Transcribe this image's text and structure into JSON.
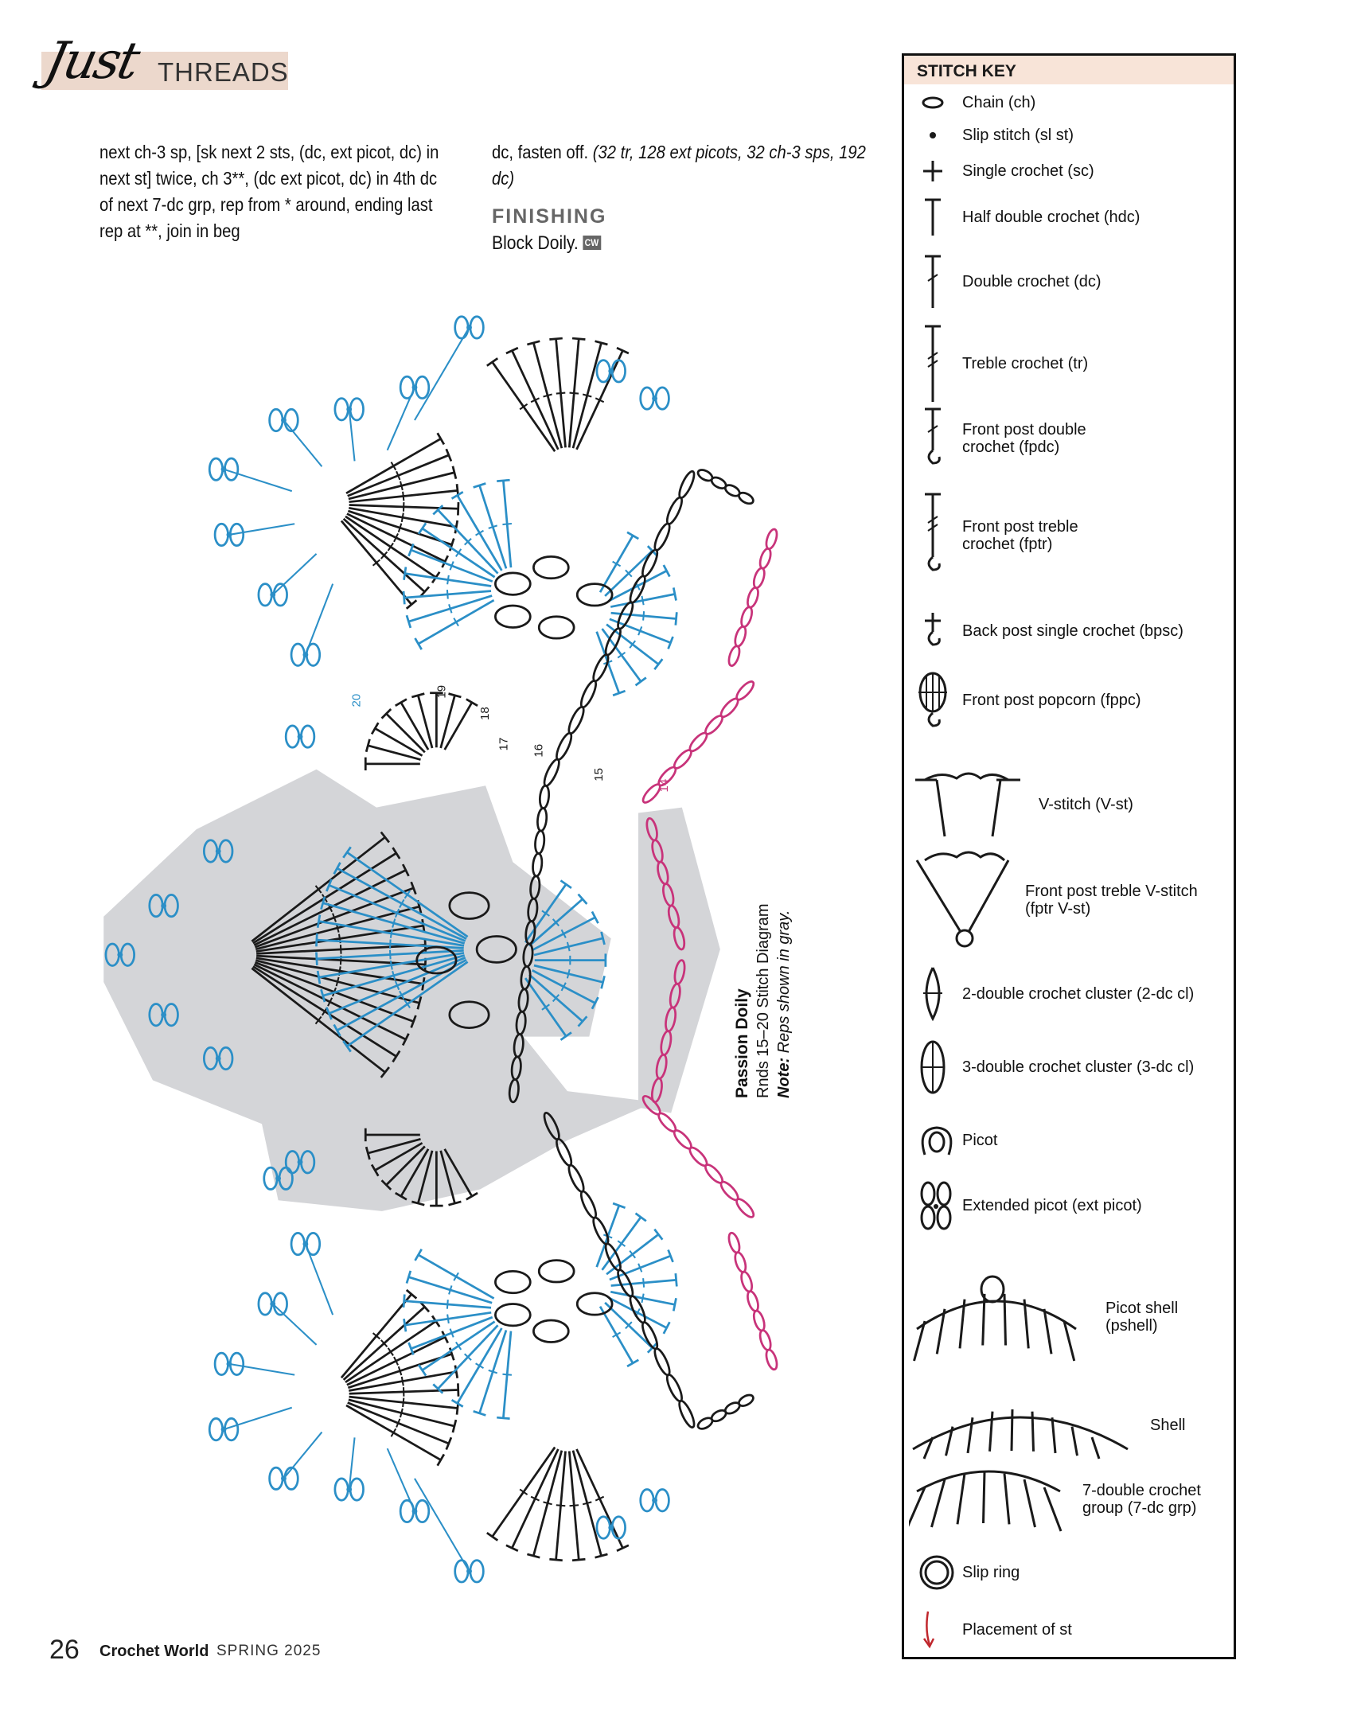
{
  "header": {
    "script_word": "Just",
    "section_word": "THREADS"
  },
  "body": {
    "col1": "next ch-3 sp, [sk next 2 sts, (dc, ext picot, dc) in next st] twice, ch 3**, (dc ext picot, dc) in 4th dc of next 7-dc grp, rep from * around, ending last rep at **, join in beg",
    "col2_plain": "dc, fasten off. ",
    "col2_italic": "(32 tr, 128 ext picots, 32 ch-3 sps, 192 dc)",
    "finishing_heading": "FINISHING",
    "finishing_text": "Block Doily.",
    "end_mark": "CW"
  },
  "diagram": {
    "title": "Passion Doily",
    "subtitle": "Rnds 15–20 Stitch Diagram",
    "note_label": "Note:",
    "note_text": " Reps shown in gray.",
    "round_labels": [
      "14",
      "15",
      "16",
      "17",
      "18",
      "19",
      "20"
    ],
    "colors": {
      "black": "#1a1a1a",
      "blue": "#2b8fc7",
      "pink": "#c8337a",
      "gray": "#d4d5d8"
    }
  },
  "stitch_key": {
    "title": "STITCH KEY",
    "items": [
      {
        "label": "Chain (ch)",
        "icon": "chain-oval-icon"
      },
      {
        "label": "Slip stitch (sl st)",
        "icon": "dot-icon"
      },
      {
        "label": "Single crochet (sc)",
        "icon": "plus-icon"
      },
      {
        "label": "Half double crochet (hdc)",
        "icon": "t-icon"
      },
      {
        "label": "Double crochet (dc)",
        "icon": "t-one-bar-icon"
      },
      {
        "label": "Treble crochet (tr)",
        "icon": "t-two-bar-icon"
      },
      {
        "label": "Front post double\ncrochet (fpdc)",
        "icon": "fpdc-icon"
      },
      {
        "label": "Front post treble\ncrochet (fptr)",
        "icon": "fptr-icon"
      },
      {
        "label": "Back post single crochet (bpsc)",
        "icon": "bpsc-icon"
      },
      {
        "label": "Front post popcorn (fppc)",
        "icon": "popcorn-icon"
      },
      {
        "label": "V-stitch (V-st)",
        "icon": "v-stitch-icon"
      },
      {
        "label": "Front post treble V-stitch\n(fptr V-st)",
        "icon": "fptr-v-stitch-icon"
      },
      {
        "label": "2-double crochet cluster (2-dc cl)",
        "icon": "cluster-2-icon"
      },
      {
        "label": "3-double crochet cluster (3-dc cl)",
        "icon": "cluster-3-icon"
      },
      {
        "label": "Picot",
        "icon": "picot-icon"
      },
      {
        "label": "Extended picot (ext picot)",
        "icon": "ext-picot-icon"
      },
      {
        "label": "Picot shell\n(pshell)",
        "icon": "picot-shell-icon"
      },
      {
        "label": "Shell",
        "icon": "shell-icon"
      },
      {
        "label": "7-double crochet\ngroup (7-dc grp)",
        "icon": "dc-group-icon"
      },
      {
        "label": "Slip ring",
        "icon": "slip-ring-icon"
      },
      {
        "label": "Placement of st",
        "icon": "placement-arrow-icon"
      }
    ]
  },
  "footer": {
    "page_number": "26",
    "magazine": "Crochet World",
    "issue": "SPRING 2025"
  }
}
